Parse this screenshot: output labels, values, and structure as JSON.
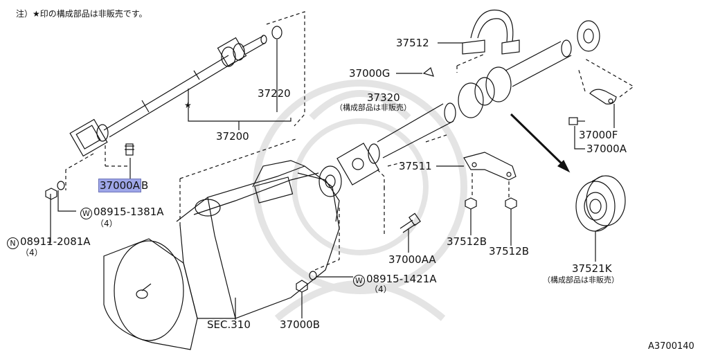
{
  "note": "注）★印の構成部品は非販売です。",
  "figure_id": "A3700140",
  "labels": {
    "p37512": "37512",
    "p37000G": "37000G",
    "p37320": "37320",
    "p37320_note": "（構成部品は非販売）",
    "p37220": "37220",
    "p37200": "37200",
    "p37000F": "37000F",
    "p37000A": "37000A",
    "p37000AB": "37000A",
    "p37000AB_suffix": "B",
    "p37511": "37511",
    "w1381": "08915-1381A",
    "w1381_qty": "（4）",
    "n2081": "08911-2081A",
    "n2081_qty": "（4）",
    "p37512B_left": "37512B",
    "p37512B_right": "37512B",
    "p37000AA": "37000AA",
    "p37521K": "37521K",
    "p37521K_note": "（構成部品は非販売）",
    "w1421": "08915-1421A",
    "w1421_qty": "（4）",
    "sec310": "SEC.310",
    "p37000B": "37000B",
    "washer_symbol": "W",
    "nut_symbol": "N",
    "star": "★"
  },
  "colors": {
    "highlight": "#9ea6e8",
    "line": "#111111"
  }
}
